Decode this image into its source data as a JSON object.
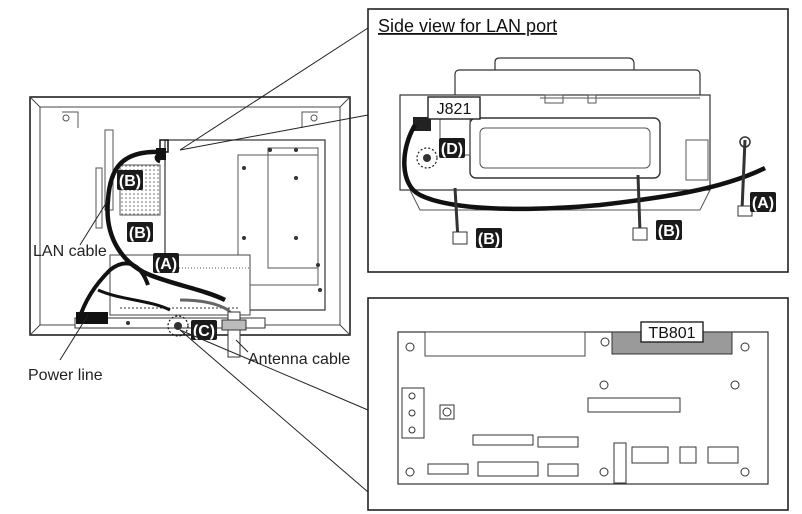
{
  "colors": {
    "line": "#222222",
    "cable": "#111111",
    "tag_bg": "#1a1a1a",
    "connector_fill": "#9a9a9a",
    "board_fill": "#ffffff"
  },
  "main_view": {
    "labels": {
      "lan_cable": "LAN cable",
      "power_line": "Power line",
      "antenna_cable": "Antenna cable"
    },
    "tags": {
      "b1": "(B)",
      "b2": "(B)",
      "a": "(A)",
      "c": "(C)"
    }
  },
  "side_view": {
    "title": "Side view for LAN port",
    "connector": "J821",
    "tags": {
      "d": "(D)",
      "b_left": "(B)",
      "b_right": "(B)",
      "a": "(A)"
    }
  },
  "board_view": {
    "connector": "TB801"
  }
}
